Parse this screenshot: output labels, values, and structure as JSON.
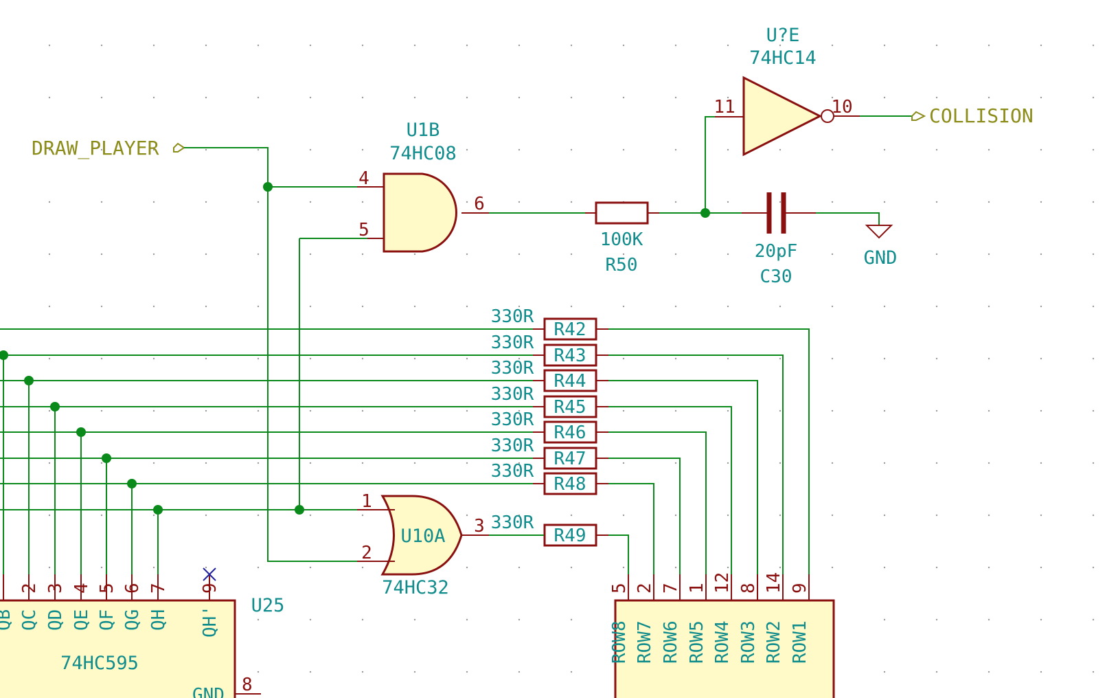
{
  "net_labels": {
    "draw_player": "DRAW_PLAYER",
    "collision": "COLLISION"
  },
  "gnd": "GND",
  "u1b": {
    "ref": "U1B",
    "value": "74HC08",
    "pins": [
      "4",
      "5",
      "6"
    ]
  },
  "ue": {
    "ref": "U?E",
    "value": "74HC14",
    "pins": [
      "11",
      "10"
    ]
  },
  "u10a": {
    "ref": "U10A",
    "value": "74HC32",
    "pins": [
      "1",
      "2",
      "3"
    ]
  },
  "r50": {
    "ref": "R50",
    "value": "100K"
  },
  "c30": {
    "ref": "C30",
    "value": "20pF"
  },
  "row_resistors": [
    {
      "ref": "R42",
      "value": "330R"
    },
    {
      "ref": "R43",
      "value": "330R"
    },
    {
      "ref": "R44",
      "value": "330R"
    },
    {
      "ref": "R45",
      "value": "330R"
    },
    {
      "ref": "R46",
      "value": "330R"
    },
    {
      "ref": "R47",
      "value": "330R"
    },
    {
      "ref": "R48",
      "value": "330R"
    },
    {
      "ref": "R49",
      "value": "330R"
    }
  ],
  "u25": {
    "ref": "U25",
    "value": "74HC595",
    "pin_numbers": [
      "2",
      "3",
      "4",
      "5",
      "6",
      "7",
      "9",
      "8"
    ],
    "pin_names": [
      "QB",
      "QC",
      "QD",
      "QE",
      "QF",
      "QG",
      "QH",
      "QH'",
      "GND"
    ]
  },
  "row_connector": {
    "pin_numbers": [
      "5",
      "2",
      "7",
      "1",
      "12",
      "8",
      "14",
      "9"
    ],
    "pin_names": [
      "ROW8",
      "ROW7",
      "ROW6",
      "ROW5",
      "ROW4",
      "ROW3",
      "ROW2",
      "ROW1"
    ]
  }
}
